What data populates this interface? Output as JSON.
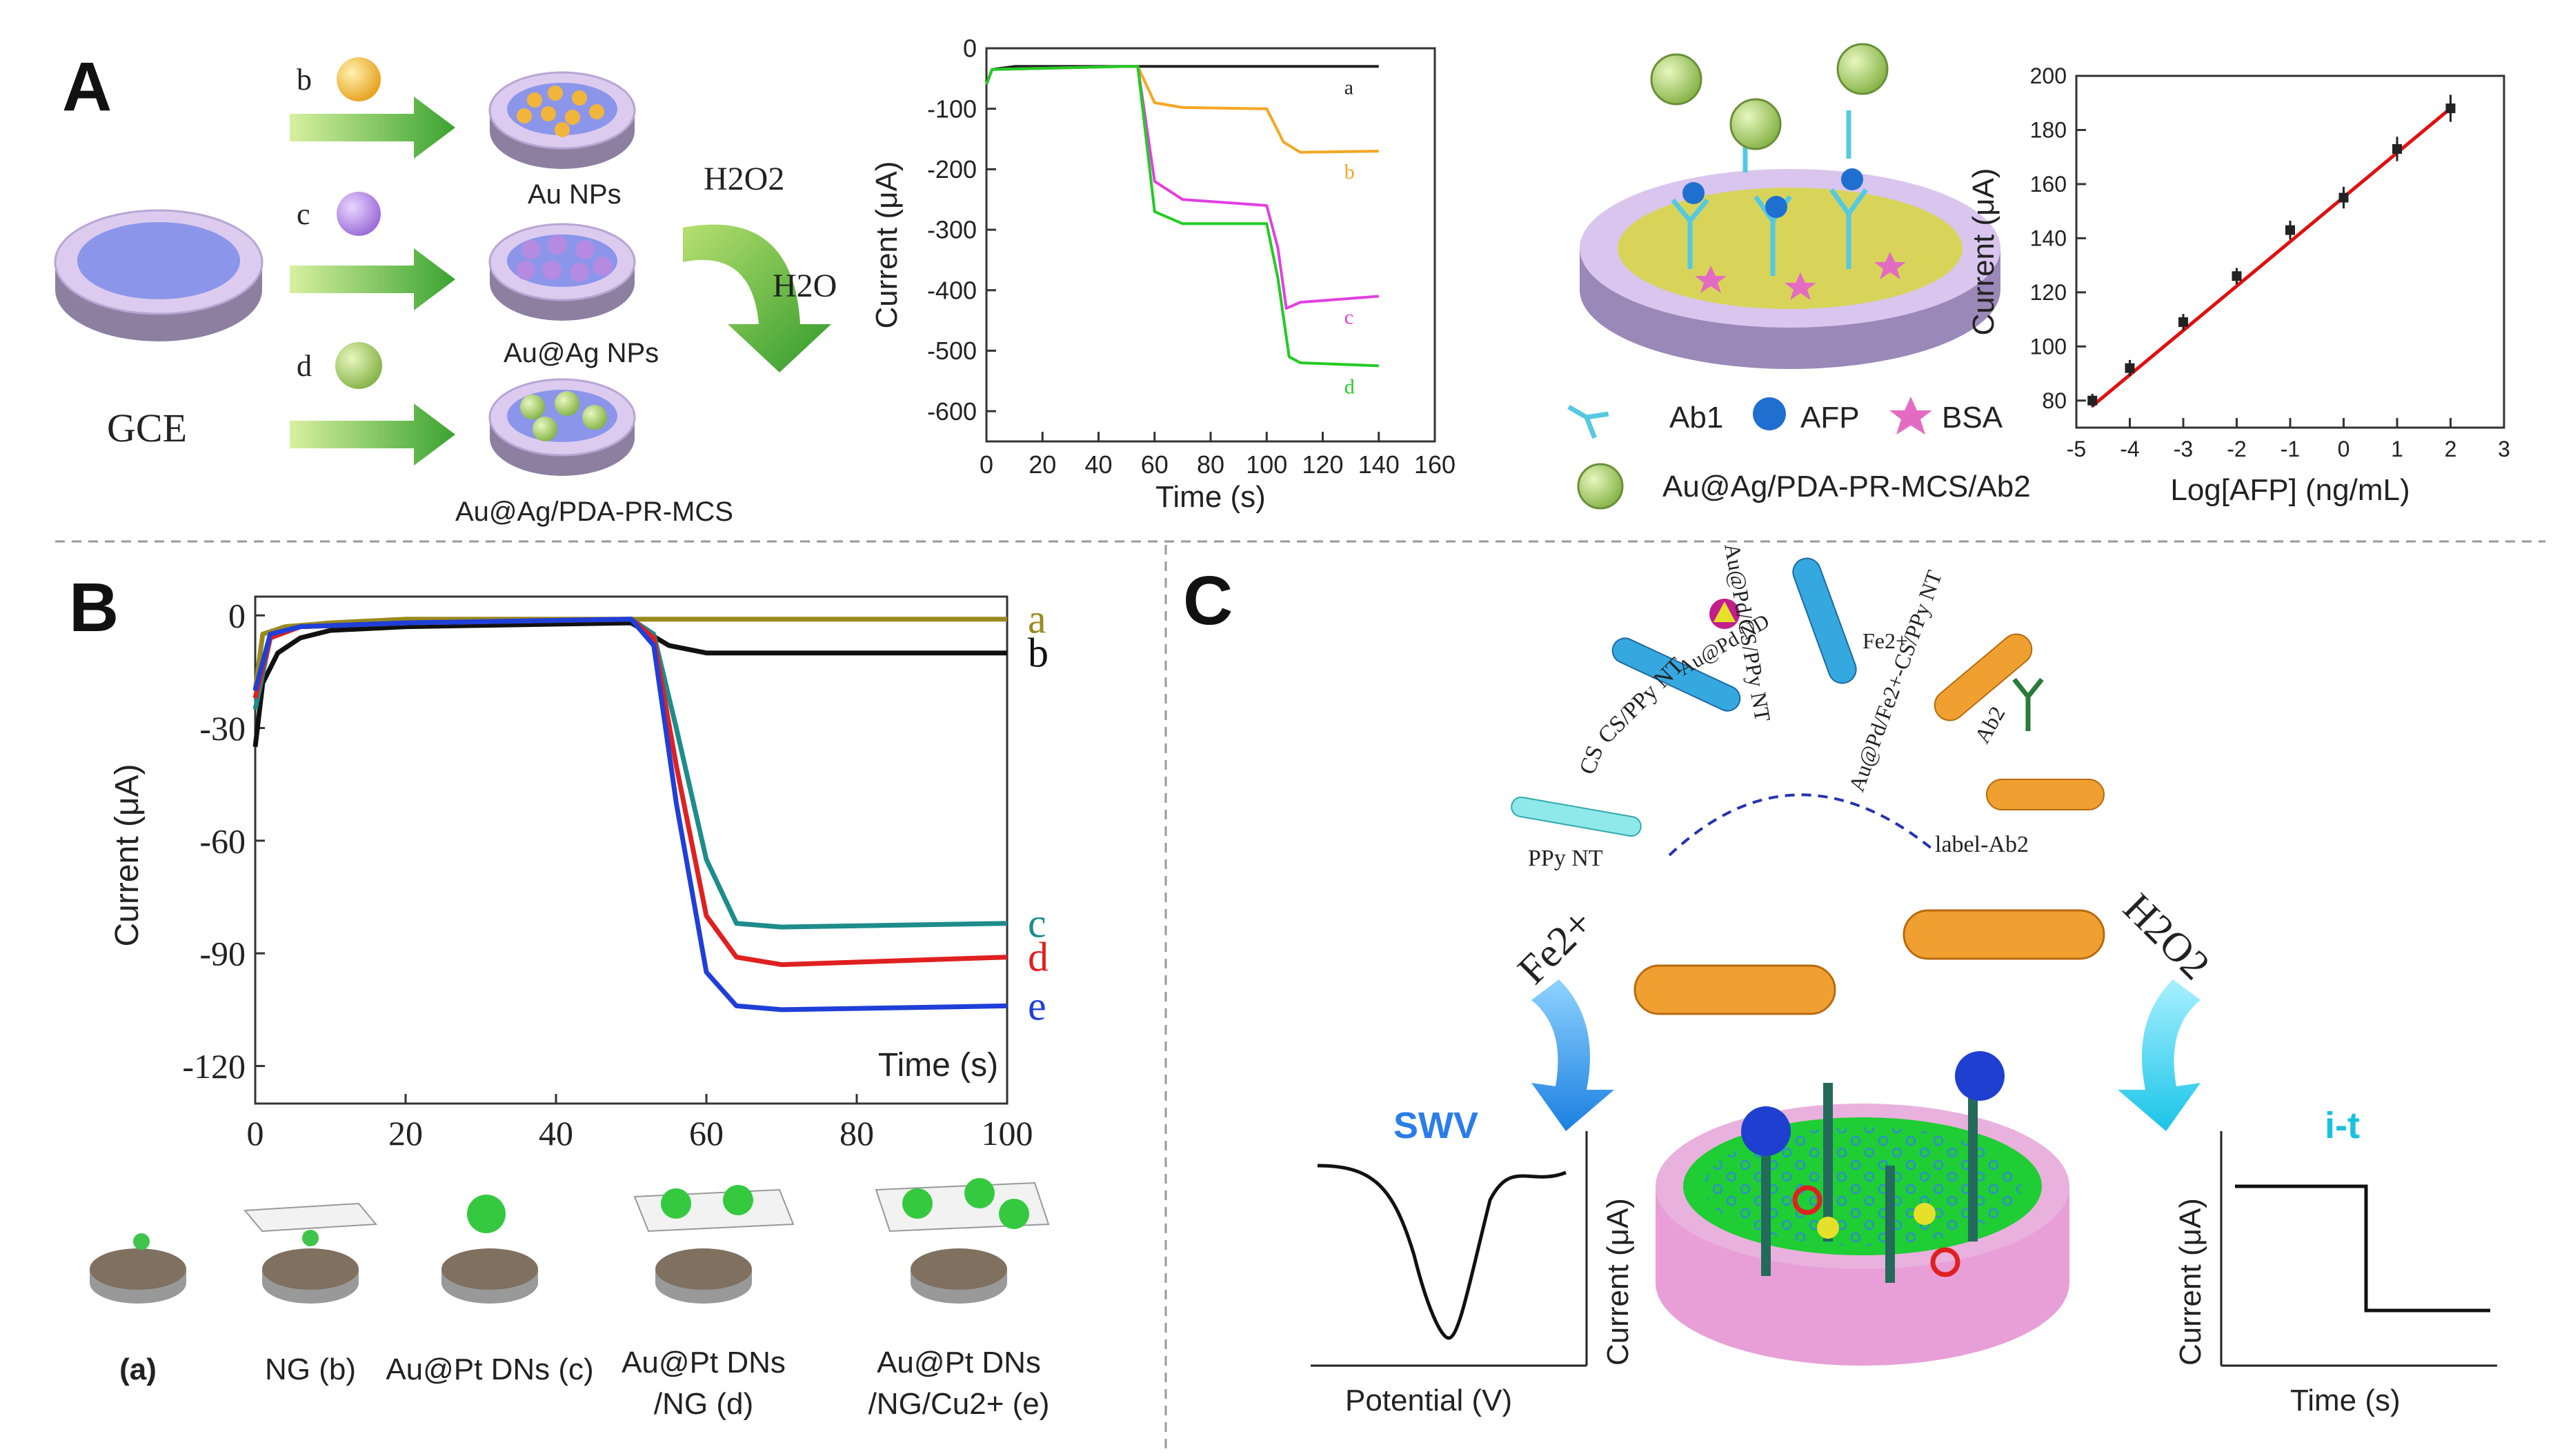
{
  "panels": {
    "a": "A",
    "b": "B",
    "c": "C"
  },
  "panel_a": {
    "gce_label": "GCE",
    "steps": [
      {
        "letter": "b",
        "label": "Au NPs",
        "color": "#f2b53c"
      },
      {
        "letter": "c",
        "label": "Au@Ag NPs",
        "color": "#b48be0"
      },
      {
        "letter": "d",
        "label": "Au@Ag/PDA-PR-MCS",
        "color": "#9fc55a"
      }
    ],
    "h2o2": "H2O2",
    "h2o": "H2O",
    "legend": {
      "ab1": "Ab1",
      "afp": "AFP",
      "bsa": "BSA",
      "label": "Au@Ag/PDA-PR-MCS/Ab2"
    }
  },
  "panel_c": {
    "materials": [
      "CS",
      "PPy NT",
      "CS/PPy NT",
      "Au@Pd ND",
      "Au@Pd/CS/PPy NT",
      "Fe2+",
      "Au@Pd/Fe2+-CS/PPy NT",
      "Ab2",
      "label-Ab2"
    ],
    "fe_label": "Fe2+",
    "h2o2_label": "H2O2",
    "swv": {
      "title": "SWV",
      "xlabel": "Potential (V)",
      "ylabel": "Current (μA)"
    },
    "it": {
      "title": "i-t",
      "xlabel": "Time (s)",
      "ylabel": "Current (μA)"
    }
  },
  "panel_b_schemes": [
    {
      "line1": "(a)",
      "line2": "",
      "color": "#9a8a1e"
    },
    {
      "line1": "NG (b)",
      "line2": "",
      "color": "#111"
    },
    {
      "line1": "Au@Pt DNs (c)",
      "line2": "",
      "color": "#1e8c8c"
    },
    {
      "line1": "Au@Pt DNs",
      "line2": "/NG (d)",
      "color": "#e02020"
    },
    {
      "line1": "Au@Pt DNs",
      "line2": "/NG/Cu2+ (e)",
      "color": "#1f3fd8"
    }
  ],
  "chart_data": [
    {
      "type": "line",
      "xlabel": "Time (s)",
      "ylabel": "Current (μA)",
      "xlim": [
        0,
        160
      ],
      "ylim": [
        -650,
        0
      ],
      "xticks": [
        0,
        20,
        40,
        60,
        80,
        100,
        120,
        140,
        160
      ],
      "yticks": [
        0,
        -100,
        -200,
        -300,
        -400,
        -500,
        -600
      ],
      "series": [
        {
          "name": "a",
          "color": "#222222",
          "x": [
            0,
            2,
            10,
            50,
            140
          ],
          "y": [
            -60,
            -35,
            -30,
            -30,
            -30
          ]
        },
        {
          "name": "b",
          "color": "#f5a623",
          "x": [
            0,
            2,
            50,
            54,
            60,
            70,
            100,
            106,
            112,
            140
          ],
          "y": [
            -60,
            -35,
            -30,
            -30,
            -90,
            -98,
            -100,
            -155,
            -172,
            -170
          ]
        },
        {
          "name": "c",
          "color": "#e040e0",
          "x": [
            0,
            2,
            50,
            54,
            60,
            70,
            100,
            104,
            107,
            112,
            140
          ],
          "y": [
            -60,
            -35,
            -30,
            -30,
            -220,
            -250,
            -260,
            -330,
            -430,
            -420,
            -410
          ]
        },
        {
          "name": "d",
          "color": "#22cc22",
          "x": [
            0,
            2,
            50,
            54,
            60,
            70,
            100,
            104,
            108,
            112,
            140
          ],
          "y": [
            -60,
            -35,
            -30,
            -30,
            -270,
            -290,
            -290,
            -380,
            -510,
            -520,
            -525
          ]
        }
      ]
    },
    {
      "type": "scatter",
      "xlabel": "Log[AFP] (ng/mL)",
      "ylabel": "Current (μA)",
      "xlim": [
        -5,
        3
      ],
      "ylim": [
        70,
        200
      ],
      "xticks": [
        -5,
        -4,
        -3,
        -2,
        -1,
        0,
        1,
        2,
        3
      ],
      "yticks": [
        80,
        100,
        120,
        140,
        160,
        180,
        200
      ],
      "points": {
        "x": [
          -4.7,
          -4,
          -3,
          -2,
          -1,
          0,
          1,
          2
        ],
        "y": [
          80,
          92,
          109,
          126,
          143,
          155,
          173,
          188
        ],
        "err": [
          2.5,
          3,
          3,
          3,
          3.5,
          4,
          4.5,
          5
        ]
      },
      "fit": {
        "x": [
          -4.7,
          2
        ],
        "y": [
          78,
          188
        ],
        "color": "#e01010"
      }
    },
    {
      "type": "line",
      "xlabel": "Time (s)",
      "ylabel": "Current (μA)",
      "xlim": [
        0,
        100
      ],
      "ylim": [
        -130,
        5
      ],
      "xticks": [
        0,
        20,
        40,
        60,
        80,
        100
      ],
      "yticks": [
        0,
        -30,
        -60,
        -90,
        -120
      ],
      "series": [
        {
          "name": "a",
          "color": "#9a8a1e",
          "x": [
            0,
            1,
            4,
            10,
            20,
            52,
            100
          ],
          "y": [
            -20,
            -5,
            -3,
            -2,
            -1,
            -1,
            -1
          ]
        },
        {
          "name": "b",
          "color": "#111111",
          "x": [
            0,
            1,
            3,
            6,
            10,
            20,
            50,
            55,
            60,
            70,
            100
          ],
          "y": [
            -35,
            -18,
            -10,
            -6,
            -4,
            -3,
            -2,
            -8,
            -10,
            -10,
            -10
          ]
        },
        {
          "name": "c",
          "color": "#1e8c8c",
          "x": [
            0,
            2,
            6,
            20,
            50,
            53,
            56,
            60,
            64,
            70,
            100
          ],
          "y": [
            -25,
            -6,
            -3,
            -2,
            -1,
            -5,
            -30,
            -65,
            -82,
            -83,
            -82
          ]
        },
        {
          "name": "d",
          "color": "#e02020",
          "x": [
            0,
            2,
            6,
            20,
            50,
            53,
            56,
            60,
            64,
            70,
            100
          ],
          "y": [
            -22,
            -6,
            -3,
            -2,
            -1,
            -6,
            -40,
            -80,
            -91,
            -93,
            -91
          ]
        },
        {
          "name": "e",
          "color": "#1f3fd8",
          "x": [
            0,
            2,
            6,
            20,
            50,
            53,
            56,
            60,
            64,
            70,
            100
          ],
          "y": [
            -20,
            -5,
            -3,
            -2,
            -1,
            -8,
            -50,
            -95,
            -104,
            -105,
            -104
          ]
        }
      ]
    }
  ]
}
